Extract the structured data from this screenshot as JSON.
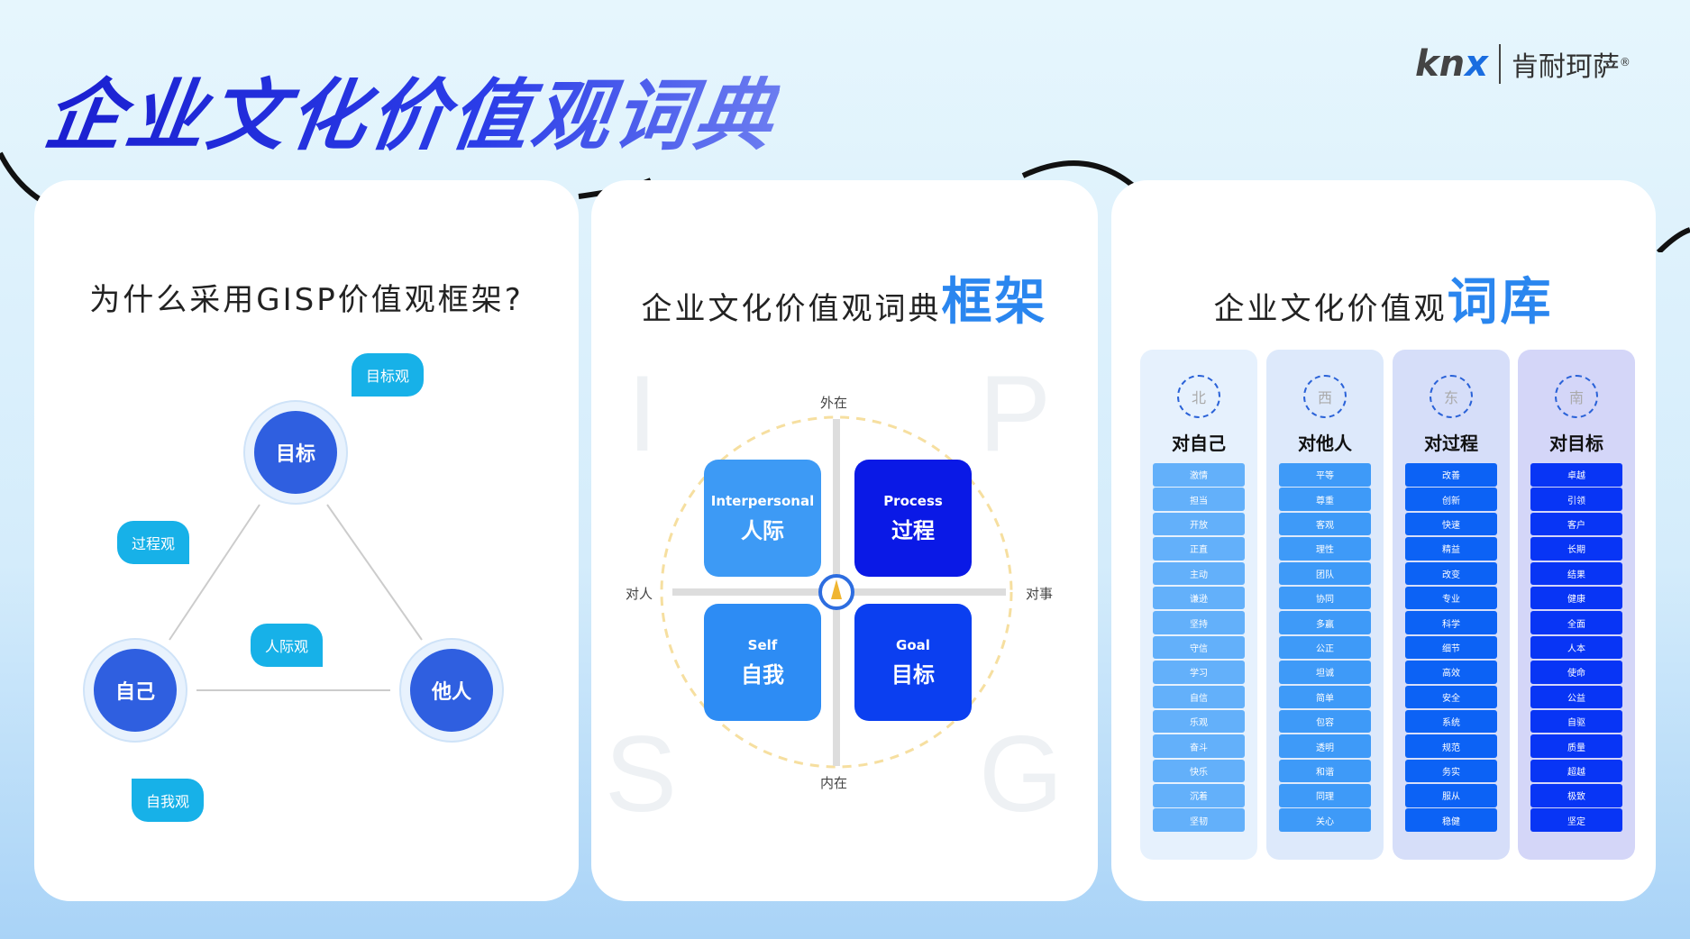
{
  "title": "企业文化价值观词典",
  "logo": {
    "en_a": "kn",
    "en_b": "x",
    "cn": "肯耐珂萨",
    "reg": "®"
  },
  "card1": {
    "heading": "为什么采用GISP价值观框架?",
    "nodes": {
      "goal": "目标",
      "self": "自己",
      "others": "他人"
    },
    "bubbles": {
      "goal": "目标观",
      "process": "过程观",
      "interpersonal": "人际观",
      "self": "自我观"
    }
  },
  "card2": {
    "heading": "企业文化价值观词典",
    "heading_hl": "框架",
    "letters": [
      "I",
      "P",
      "S",
      "G"
    ],
    "axes": {
      "top": "外在",
      "bottom": "内在",
      "left": "对人",
      "right": "对事"
    },
    "quads": [
      {
        "en": "Interpersonal",
        "cn": "人际",
        "color": "#3d9af5"
      },
      {
        "en": "Process",
        "cn": "过程",
        "color": "#0a19e6"
      },
      {
        "en": "Self",
        "cn": "自我",
        "color": "#2d8cf4"
      },
      {
        "en": "Goal",
        "cn": "目标",
        "color": "#0b3ff0"
      }
    ]
  },
  "card3": {
    "heading": "企业文化价值观",
    "heading_hl": "词库",
    "columns": [
      {
        "dir": "北",
        "title": "对自己",
        "bg": "#e6f1fd",
        "chip": "#63b0fa",
        "words": [
          "激情",
          "担当",
          "开放",
          "正直",
          "主动",
          "谦逊",
          "坚持",
          "守信",
          "学习",
          "自信",
          "乐观",
          "奋斗",
          "快乐",
          "沉着",
          "坚韧"
        ]
      },
      {
        "dir": "西",
        "title": "对他人",
        "bg": "#dde9fb",
        "chip": "#3e9af8",
        "words": [
          "平等",
          "尊重",
          "客观",
          "理性",
          "团队",
          "协同",
          "多赢",
          "公正",
          "坦诚",
          "简单",
          "包容",
          "透明",
          "和谐",
          "同理",
          "关心"
        ]
      },
      {
        "dir": "东",
        "title": "对过程",
        "bg": "#d6def9",
        "chip": "#0c62f5",
        "words": [
          "改善",
          "创新",
          "快速",
          "精益",
          "改变",
          "专业",
          "科学",
          "细节",
          "高效",
          "安全",
          "系统",
          "规范",
          "务实",
          "服从",
          "稳健"
        ]
      },
      {
        "dir": "南",
        "title": "对目标",
        "bg": "#d4d6f8",
        "chip": "#0835f5",
        "words": [
          "卓越",
          "引领",
          "客户",
          "长期",
          "结果",
          "健康",
          "全面",
          "人本",
          "使命",
          "公益",
          "自驱",
          "质量",
          "超越",
          "极致",
          "坚定"
        ]
      }
    ]
  }
}
